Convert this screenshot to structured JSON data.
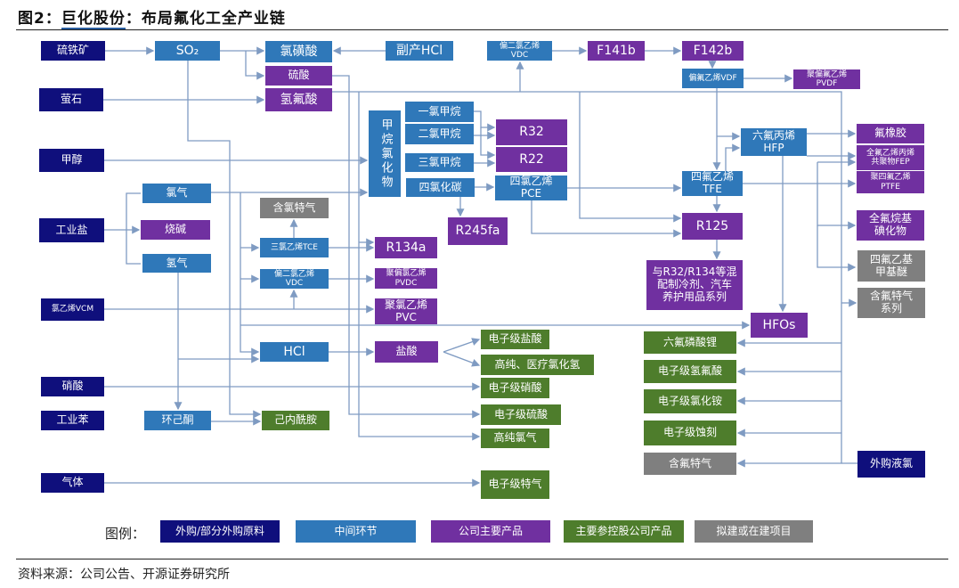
{
  "header": {
    "prefix": "图2：",
    "company": "巨化股份",
    "suffix": "：布局氟化工全产业链"
  },
  "colors": {
    "raw": "#0f0f7c",
    "intermediate": "#2f78b9",
    "product": "#7030a0",
    "subsidiary": "#4e7d2c",
    "planned": "#7f7f7f",
    "connector": "#7f9bc2"
  },
  "nodes": [
    {
      "id": "pyrite",
      "label": "硫铁矿",
      "type": "navy"
    },
    {
      "id": "so2",
      "label": "SO₂",
      "type": "blue"
    },
    {
      "id": "chlorosulfonic",
      "label": "氯磺酸",
      "type": "blue"
    },
    {
      "id": "byproduct-hcl",
      "label": "副产HCl",
      "type": "blue"
    },
    {
      "id": "sulfuric",
      "label": "硫酸",
      "type": "purple"
    },
    {
      "id": "hf",
      "label": "氢氟酸",
      "type": "purple"
    },
    {
      "id": "fluorite",
      "label": "萤石",
      "type": "navy"
    },
    {
      "id": "methanol",
      "label": "甲醇",
      "type": "navy"
    },
    {
      "id": "vdc-top",
      "label": "偏二氯乙烯\nVDC",
      "type": "blue"
    },
    {
      "id": "f141b",
      "label": "F141b",
      "type": "purple"
    },
    {
      "id": "f142b",
      "label": "F142b",
      "type": "purple"
    },
    {
      "id": "vdf",
      "label": "偏氟乙烯VDF",
      "type": "blue"
    },
    {
      "id": "pvdf",
      "label": "聚偏氟乙烯\nPVDF",
      "type": "purple"
    },
    {
      "id": "methane-chlorides",
      "label": "甲烷氯化物",
      "type": "blue"
    },
    {
      "id": "ch3cl",
      "label": "一氯甲烷",
      "type": "blue"
    },
    {
      "id": "ch2cl2",
      "label": "二氯甲烷",
      "type": "blue"
    },
    {
      "id": "chcl3",
      "label": "三氯甲烷",
      "type": "blue"
    },
    {
      "id": "ccl4",
      "label": "四氯化碳",
      "type": "blue"
    },
    {
      "id": "r32",
      "label": "R32",
      "type": "purple"
    },
    {
      "id": "r22",
      "label": "R22",
      "type": "purple"
    },
    {
      "id": "pce",
      "label": "四氯乙烯\nPCE",
      "type": "blue"
    },
    {
      "id": "r245fa",
      "label": "R245fa",
      "type": "purple"
    },
    {
      "id": "tfe",
      "label": "四氟乙烯\nTFE",
      "type": "blue"
    },
    {
      "id": "hfp",
      "label": "六氟丙烯\nHFP",
      "type": "blue"
    },
    {
      "id": "r125",
      "label": "R125",
      "type": "purple"
    },
    {
      "id": "blends",
      "label": "与R32/R134等混\n配制冷剂、汽车\n养护用品系列",
      "type": "purple"
    },
    {
      "id": "hfos",
      "label": "HFOs",
      "type": "purple"
    },
    {
      "id": "fkm",
      "label": "氟橡胶",
      "type": "purple"
    },
    {
      "id": "fep",
      "label": "全氟乙烯丙烯\n共聚物FEP",
      "type": "purple"
    },
    {
      "id": "ptfe",
      "label": "聚四氟乙烯\nPTFE",
      "type": "purple"
    },
    {
      "id": "pfai",
      "label": "全氟烷基\n碘化物",
      "type": "purple"
    },
    {
      "id": "tfeme",
      "label": "四氟乙基\n甲基醚",
      "type": "gray"
    },
    {
      "id": "f-gas-series",
      "label": "含氟特气\n系列",
      "type": "gray"
    },
    {
      "id": "chlorine",
      "label": "氯气",
      "type": "blue"
    },
    {
      "id": "salt",
      "label": "工业盐",
      "type": "navy"
    },
    {
      "id": "caustic",
      "label": "烧碱",
      "type": "purple"
    },
    {
      "id": "hydrogen",
      "label": "氢气",
      "type": "blue"
    },
    {
      "id": "cl-gas",
      "label": "含氯特气",
      "type": "gray"
    },
    {
      "id": "tce",
      "label": "三氯乙烯TCE",
      "type": "blue"
    },
    {
      "id": "vdc-low",
      "label": "偏二氯乙烯\nVDC",
      "type": "blue"
    },
    {
      "id": "r134a",
      "label": "R134a",
      "type": "purple"
    },
    {
      "id": "pvdc",
      "label": "聚偏氯乙烯\nPVDC",
      "type": "purple"
    },
    {
      "id": "vcm",
      "label": "氯乙烯VCM",
      "type": "navy"
    },
    {
      "id": "pvc",
      "label": "聚氯乙烯\nPVC",
      "type": "purple"
    },
    {
      "id": "hcl",
      "label": "HCl",
      "type": "blue"
    },
    {
      "id": "hcl-acid",
      "label": "盐酸",
      "type": "purple"
    },
    {
      "id": "e-hcl",
      "label": "电子级盐酸",
      "type": "green"
    },
    {
      "id": "hp-hcl",
      "label": "高纯、医疗氯化氢",
      "type": "green"
    },
    {
      "id": "nitric",
      "label": "硝酸",
      "type": "navy"
    },
    {
      "id": "e-nitric",
      "label": "电子级硝酸",
      "type": "green"
    },
    {
      "id": "benzene",
      "label": "工业苯",
      "type": "navy"
    },
    {
      "id": "cyclohexanone",
      "label": "环己酮",
      "type": "blue"
    },
    {
      "id": "caprolactam",
      "label": "己内酰胺",
      "type": "green"
    },
    {
      "id": "e-sulfuric",
      "label": "电子级硫酸",
      "type": "green"
    },
    {
      "id": "hp-cl2",
      "label": "高纯氯气",
      "type": "green"
    },
    {
      "id": "gas",
      "label": "气体",
      "type": "navy"
    },
    {
      "id": "e-gas",
      "label": "电子级特气",
      "type": "green"
    },
    {
      "id": "lipf6",
      "label": "六氟磷酸锂",
      "type": "green"
    },
    {
      "id": "e-hf",
      "label": "电子级氢氟酸",
      "type": "green"
    },
    {
      "id": "e-nh4cl",
      "label": "电子级氯化铵",
      "type": "green"
    },
    {
      "id": "e-etch",
      "label": "电子级蚀刻",
      "type": "green"
    },
    {
      "id": "f-gas",
      "label": "含氟特气",
      "type": "gray"
    },
    {
      "id": "liquid-cl",
      "label": "外购液氯",
      "type": "navy"
    }
  ],
  "legend": {
    "label": "图例：",
    "items": [
      {
        "label": "外购/部分外购原料",
        "type": "navy"
      },
      {
        "label": "中间环节",
        "type": "blue"
      },
      {
        "label": "公司主要产品",
        "type": "purple"
      },
      {
        "label": "主要参控股公司产品",
        "type": "green"
      },
      {
        "label": "拟建或在建项目",
        "type": "gray"
      }
    ]
  },
  "footer": {
    "source": "资料来源：公司公告、开源证券研究所"
  }
}
